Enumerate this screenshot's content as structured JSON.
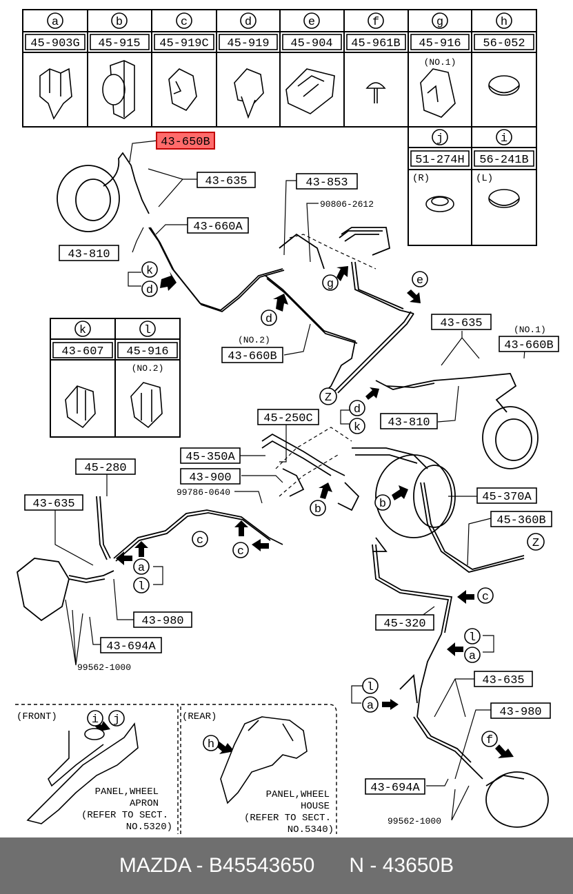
{
  "clip_table": {
    "columns": [
      {
        "letter": "a",
        "part": "45-903G"
      },
      {
        "letter": "b",
        "part": "45-915"
      },
      {
        "letter": "c",
        "part": "45-919C"
      },
      {
        "letter": "d",
        "part": "45-919"
      },
      {
        "letter": "e",
        "part": "45-904"
      },
      {
        "letter": "f",
        "part": "45-961B"
      },
      {
        "letter": "g",
        "part": "45-916",
        "note": "(NO.1)"
      },
      {
        "letter": "h",
        "part": "56-052"
      }
    ],
    "lower": [
      {
        "letter": "j",
        "part": "51-274H",
        "side": "(R)"
      },
      {
        "letter": "i",
        "part": "56-241B",
        "side": "(L)"
      }
    ]
  },
  "kl_table": {
    "columns": [
      {
        "letter": "k",
        "part": "43-607"
      },
      {
        "letter": "l",
        "part": "45-916",
        "note": "(NO.2)"
      }
    ]
  },
  "labels": {
    "highlight": "43-650B",
    "l_43_635_a": "43-635",
    "l_43_853": "43-853",
    "l_90806": "90806-2612",
    "l_43_660A": "43-660A",
    "l_43_810_a": "43-810",
    "l_43_660B_a": "43-660B",
    "l_no2": "(NO.2)",
    "l_43_635_b": "43-635",
    "l_no1": "(NO.1)",
    "l_43_660B_b": "43-660B",
    "l_43_810_b": "43-810",
    "l_45_250C": "45-250C",
    "l_45_350A": "45-350A",
    "l_43_900": "43-900",
    "l_99786": "99786-0640",
    "l_45_280": "45-280",
    "l_43_635_c": "43-635",
    "l_45_370A": "45-370A",
    "l_45_360B": "45-360B",
    "l_43_980_a": "43-980",
    "l_43_694A_a": "43-694A",
    "l_99562_a": "99562-1000",
    "l_45_320": "45-320",
    "l_43_635_d": "43-635",
    "l_43_980_b": "43-980",
    "l_43_694A_b": "43-694A",
    "l_99562_b": "99562-1000"
  },
  "insets": {
    "front_title": "(FRONT)",
    "front_lines": [
      "PANEL,WHEEL",
      "APRON",
      "(REFER TO SECT.",
      "NO.5320)"
    ],
    "rear_title": "(REAR)",
    "rear_lines": [
      "PANEL,WHEEL",
      "HOUSE",
      "(REFER TO SECT.",
      "NO.5340)"
    ]
  },
  "callouts": {
    "a": "a",
    "b": "b",
    "c": "c",
    "d": "d",
    "e": "e",
    "f": "f",
    "g": "g",
    "h": "h",
    "i": "i",
    "j": "j",
    "k": "k",
    "l": "l",
    "z": "Z"
  },
  "colors": {
    "highlight_fill": "#ff6b6b",
    "highlight_border": "#c00000",
    "footer_bg": "#6f6f6f"
  },
  "footer": {
    "left": "MAZDA - B45543650",
    "right": "N - 43650B"
  }
}
